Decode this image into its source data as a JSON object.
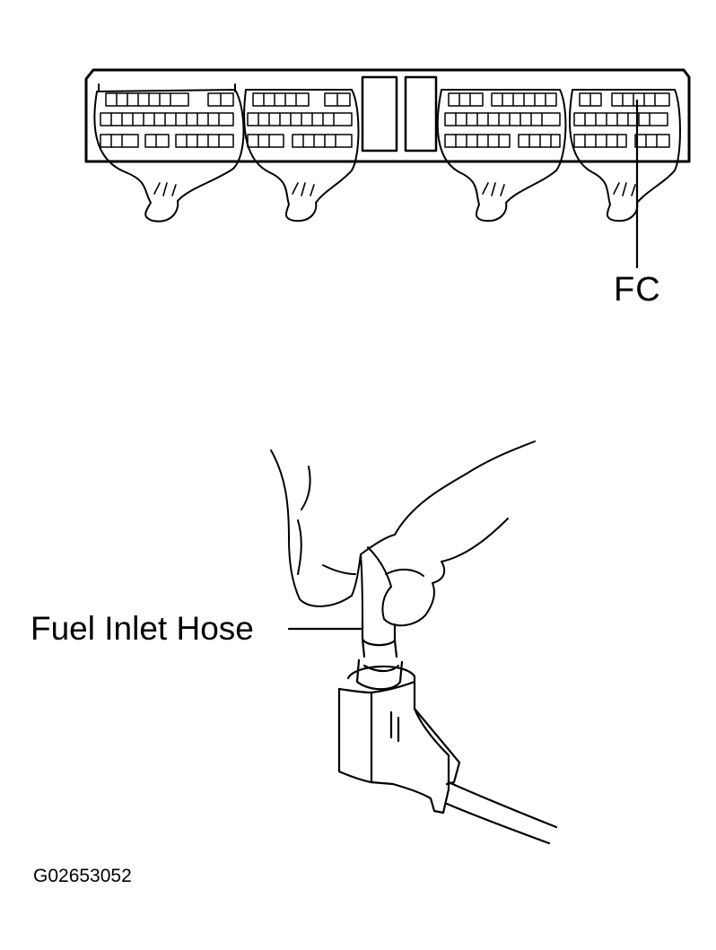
{
  "labels": {
    "connector_terminal": "FC",
    "hose": "Fuel Inlet Hose",
    "figure_code": "G02653052"
  },
  "colors": {
    "line": "#000000",
    "background": "#ffffff"
  }
}
